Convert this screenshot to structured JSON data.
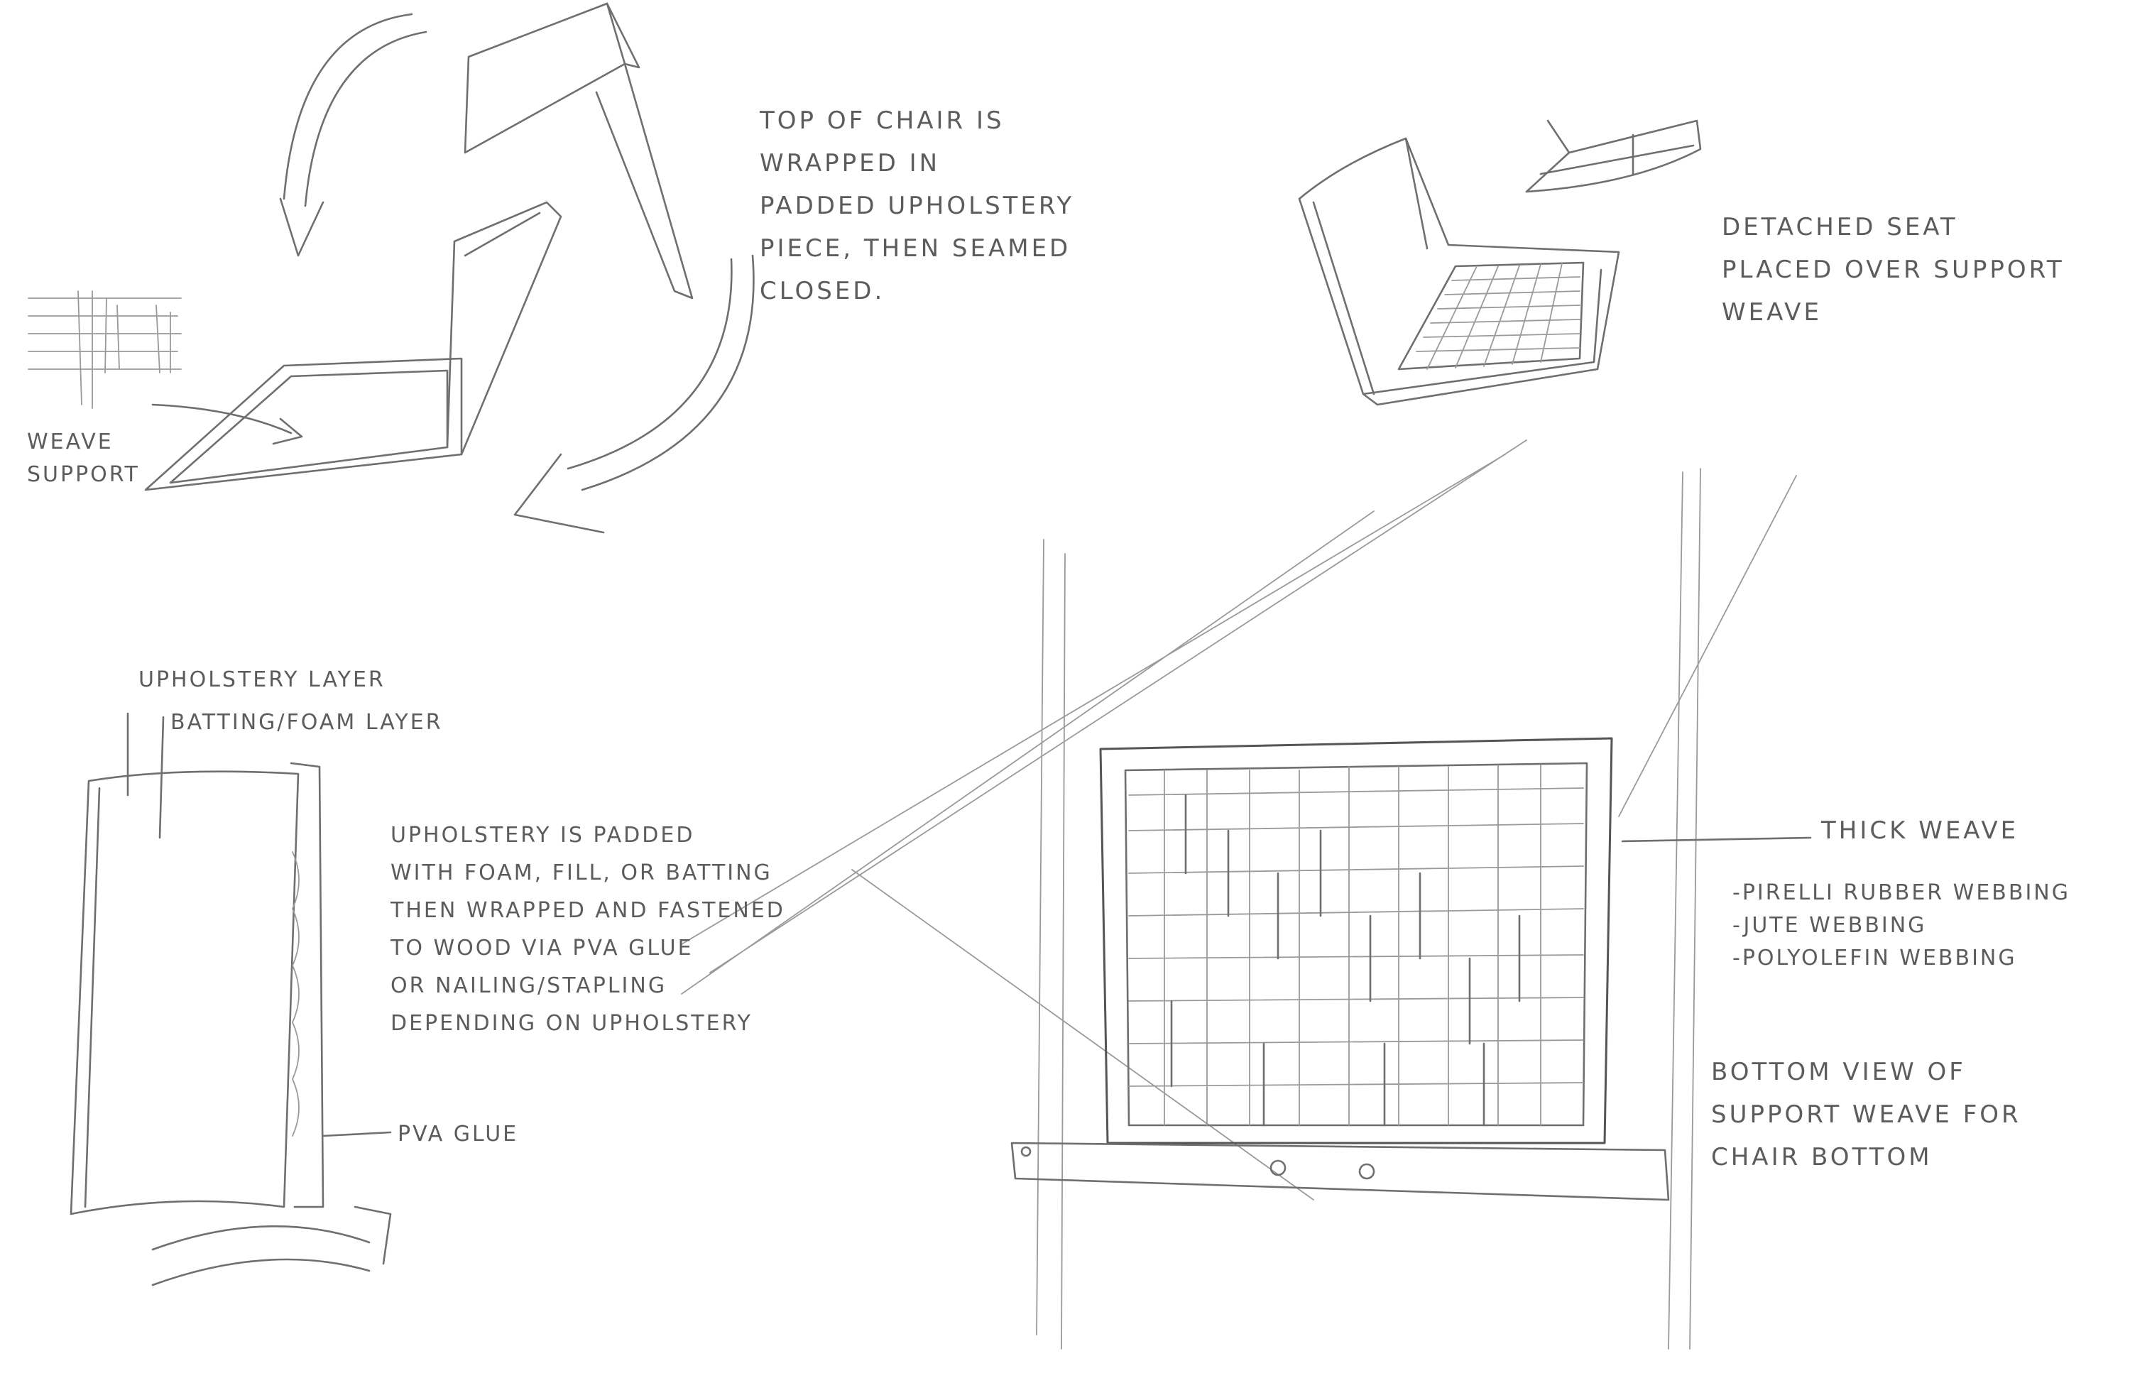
{
  "annotations": {
    "top_of_chair": [
      "TOP OF CHAIR IS",
      "WRAPPED IN",
      "PADDED UPHOLSTERY",
      "PIECE, THEN SEAMED",
      "CLOSED."
    ],
    "weave_support": [
      "WEAVE",
      "SUPPORT"
    ],
    "detached_seat": [
      "DETACHED SEAT",
      "PLACED OVER SUPPORT",
      "WEAVE"
    ],
    "upholstery_layer": "UPHOLSTERY LAYER",
    "batting_foam_layer": "BATTING/FOAM LAYER",
    "upholstery_padded": [
      "UPHOLSTERY IS PADDED",
      "WITH FOAM, FILL, OR BATTING",
      "THEN WRAPPED AND FASTENED",
      "TO WOOD VIA PVA GLUE",
      "OR NAILING/STAPLING",
      "DEPENDING ON UPHOLSTERY"
    ],
    "pva_glue": "PVA GLUE",
    "thick_weave": "THICK WEAVE",
    "webbing_types": [
      "-PIRELLI RUBBER WEBBING",
      "-JUTE WEBBING",
      "-POLYOLEFIN WEBBING"
    ],
    "bottom_view": [
      "BOTTOM VIEW OF",
      "SUPPORT WEAVE FOR",
      "CHAIR BOTTOM"
    ]
  },
  "colors": {
    "paper": "#ffffff",
    "pencil": "#6f6f6f",
    "text": "#5c5c5c"
  }
}
